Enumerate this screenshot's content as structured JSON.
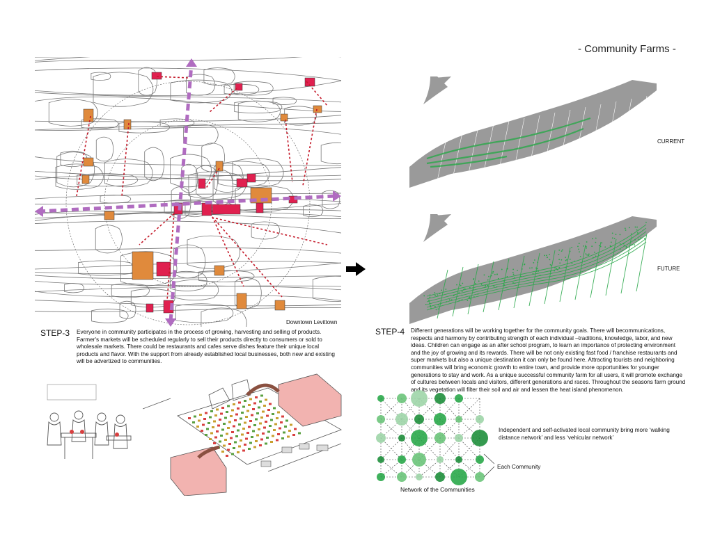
{
  "title": "- Community Farms -",
  "step3": {
    "label": "STEP-3",
    "text": "Everyone in community participates in the process of growing, harvesting and selling of products. Farmer's markets will be scheduled regularly to sell their products directly to consumers or sold to wholesale markets. There could be restaurants and cafes serve dishes feature their unique local products and flavor. With the support from already established local businesses, both new and existing will be advertized to communities.",
    "map_caption": "Downtown Levittown"
  },
  "step4": {
    "label": "STEP-4",
    "text": "Different generations will be working together for the community goals. There will becommunications, respects and harmony by contributing strength of each individual –traditions, knowledge, labor, and new ideas. Children can engage as an after school program, to learn an importance of protecting environment and the joy of growing and its rewards. There will be not only existing fast food / franchise restaurants and super markets but also a unique destination it can only be found here. Attracting tourists and neighboring communities will bring economic growth to entire town, and provide more opportunities for younger generations to stay and work. As a unique successful community farm for all users, it will promote exchange of cultures between locals and visitors, different generations and races. Throughout the seasons farm ground and its vegetation will filter their soil and air and lessen the heat island phenomenon."
  },
  "maps": {
    "current_label": "CURRENT",
    "future_label": "FUTURE"
  },
  "network": {
    "description": "Independent and self-activated local community bring more ‘walking distance network’ and less ‘vehicular network’",
    "each_label": "Each Community",
    "caption": "Network of the Communities"
  },
  "colors": {
    "road": "#b06cc0",
    "building_orange": "#e08a3c",
    "building_red": "#e0204f",
    "island_gray": "#9a9a9a",
    "green": "#2aa84a"
  },
  "icons": [
    "right-arrow-icon"
  ]
}
